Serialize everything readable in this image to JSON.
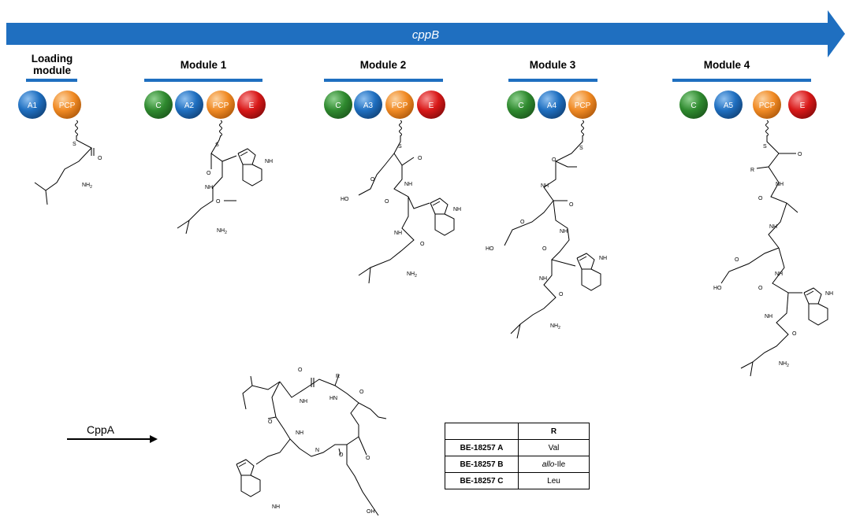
{
  "gene": "cppB",
  "modules": [
    {
      "title_lines": [
        "Loading",
        "module"
      ],
      "domains": [
        {
          "label": "A1",
          "type": "A"
        },
        {
          "label": "PCP",
          "type": "PCP"
        }
      ]
    },
    {
      "title_lines": [
        "Module 1"
      ],
      "domains": [
        {
          "label": "C",
          "type": "C"
        },
        {
          "label": "A2",
          "type": "A"
        },
        {
          "label": "PCP",
          "type": "PCP"
        },
        {
          "label": "E",
          "type": "E"
        }
      ]
    },
    {
      "title_lines": [
        "Module 2"
      ],
      "domains": [
        {
          "label": "C",
          "type": "C"
        },
        {
          "label": "A3",
          "type": "A"
        },
        {
          "label": "PCP",
          "type": "PCP"
        },
        {
          "label": "E",
          "type": "E"
        }
      ]
    },
    {
      "title_lines": [
        "Module 3"
      ],
      "domains": [
        {
          "label": "C",
          "type": "C"
        },
        {
          "label": "A4",
          "type": "A"
        },
        {
          "label": "PCP",
          "type": "PCP"
        }
      ]
    },
    {
      "title_lines": [
        "Module 4"
      ],
      "domains": [
        {
          "label": "C",
          "type": "C"
        },
        {
          "label": "A5",
          "type": "A"
        },
        {
          "label": "PCP",
          "type": "PCP"
        },
        {
          "label": "E",
          "type": "E"
        }
      ]
    }
  ],
  "domain_colors": {
    "C": "#2f8a2f",
    "A": "#1f6fc0",
    "PCP": "#f08a24",
    "E": "#d81818"
  },
  "arrow_color": "#1f6fc0",
  "atom_labels": {
    "S": "S",
    "O": "O",
    "NH": "NH",
    "NH2": "NH",
    "HO": "HO",
    "OH": "OH",
    "HN": "HN",
    "N": "N",
    "R": "R"
  },
  "cyclization_enzyme": "CppA",
  "product_table": {
    "header": [
      "",
      "R"
    ],
    "rows": [
      {
        "compound": "BE-18257 A",
        "r": "Val"
      },
      {
        "compound": "BE-18257 B",
        "r_italic": "allo",
        "r_rest": "-Ile"
      },
      {
        "compound": "BE-18257 C",
        "r": "Leu"
      }
    ]
  }
}
